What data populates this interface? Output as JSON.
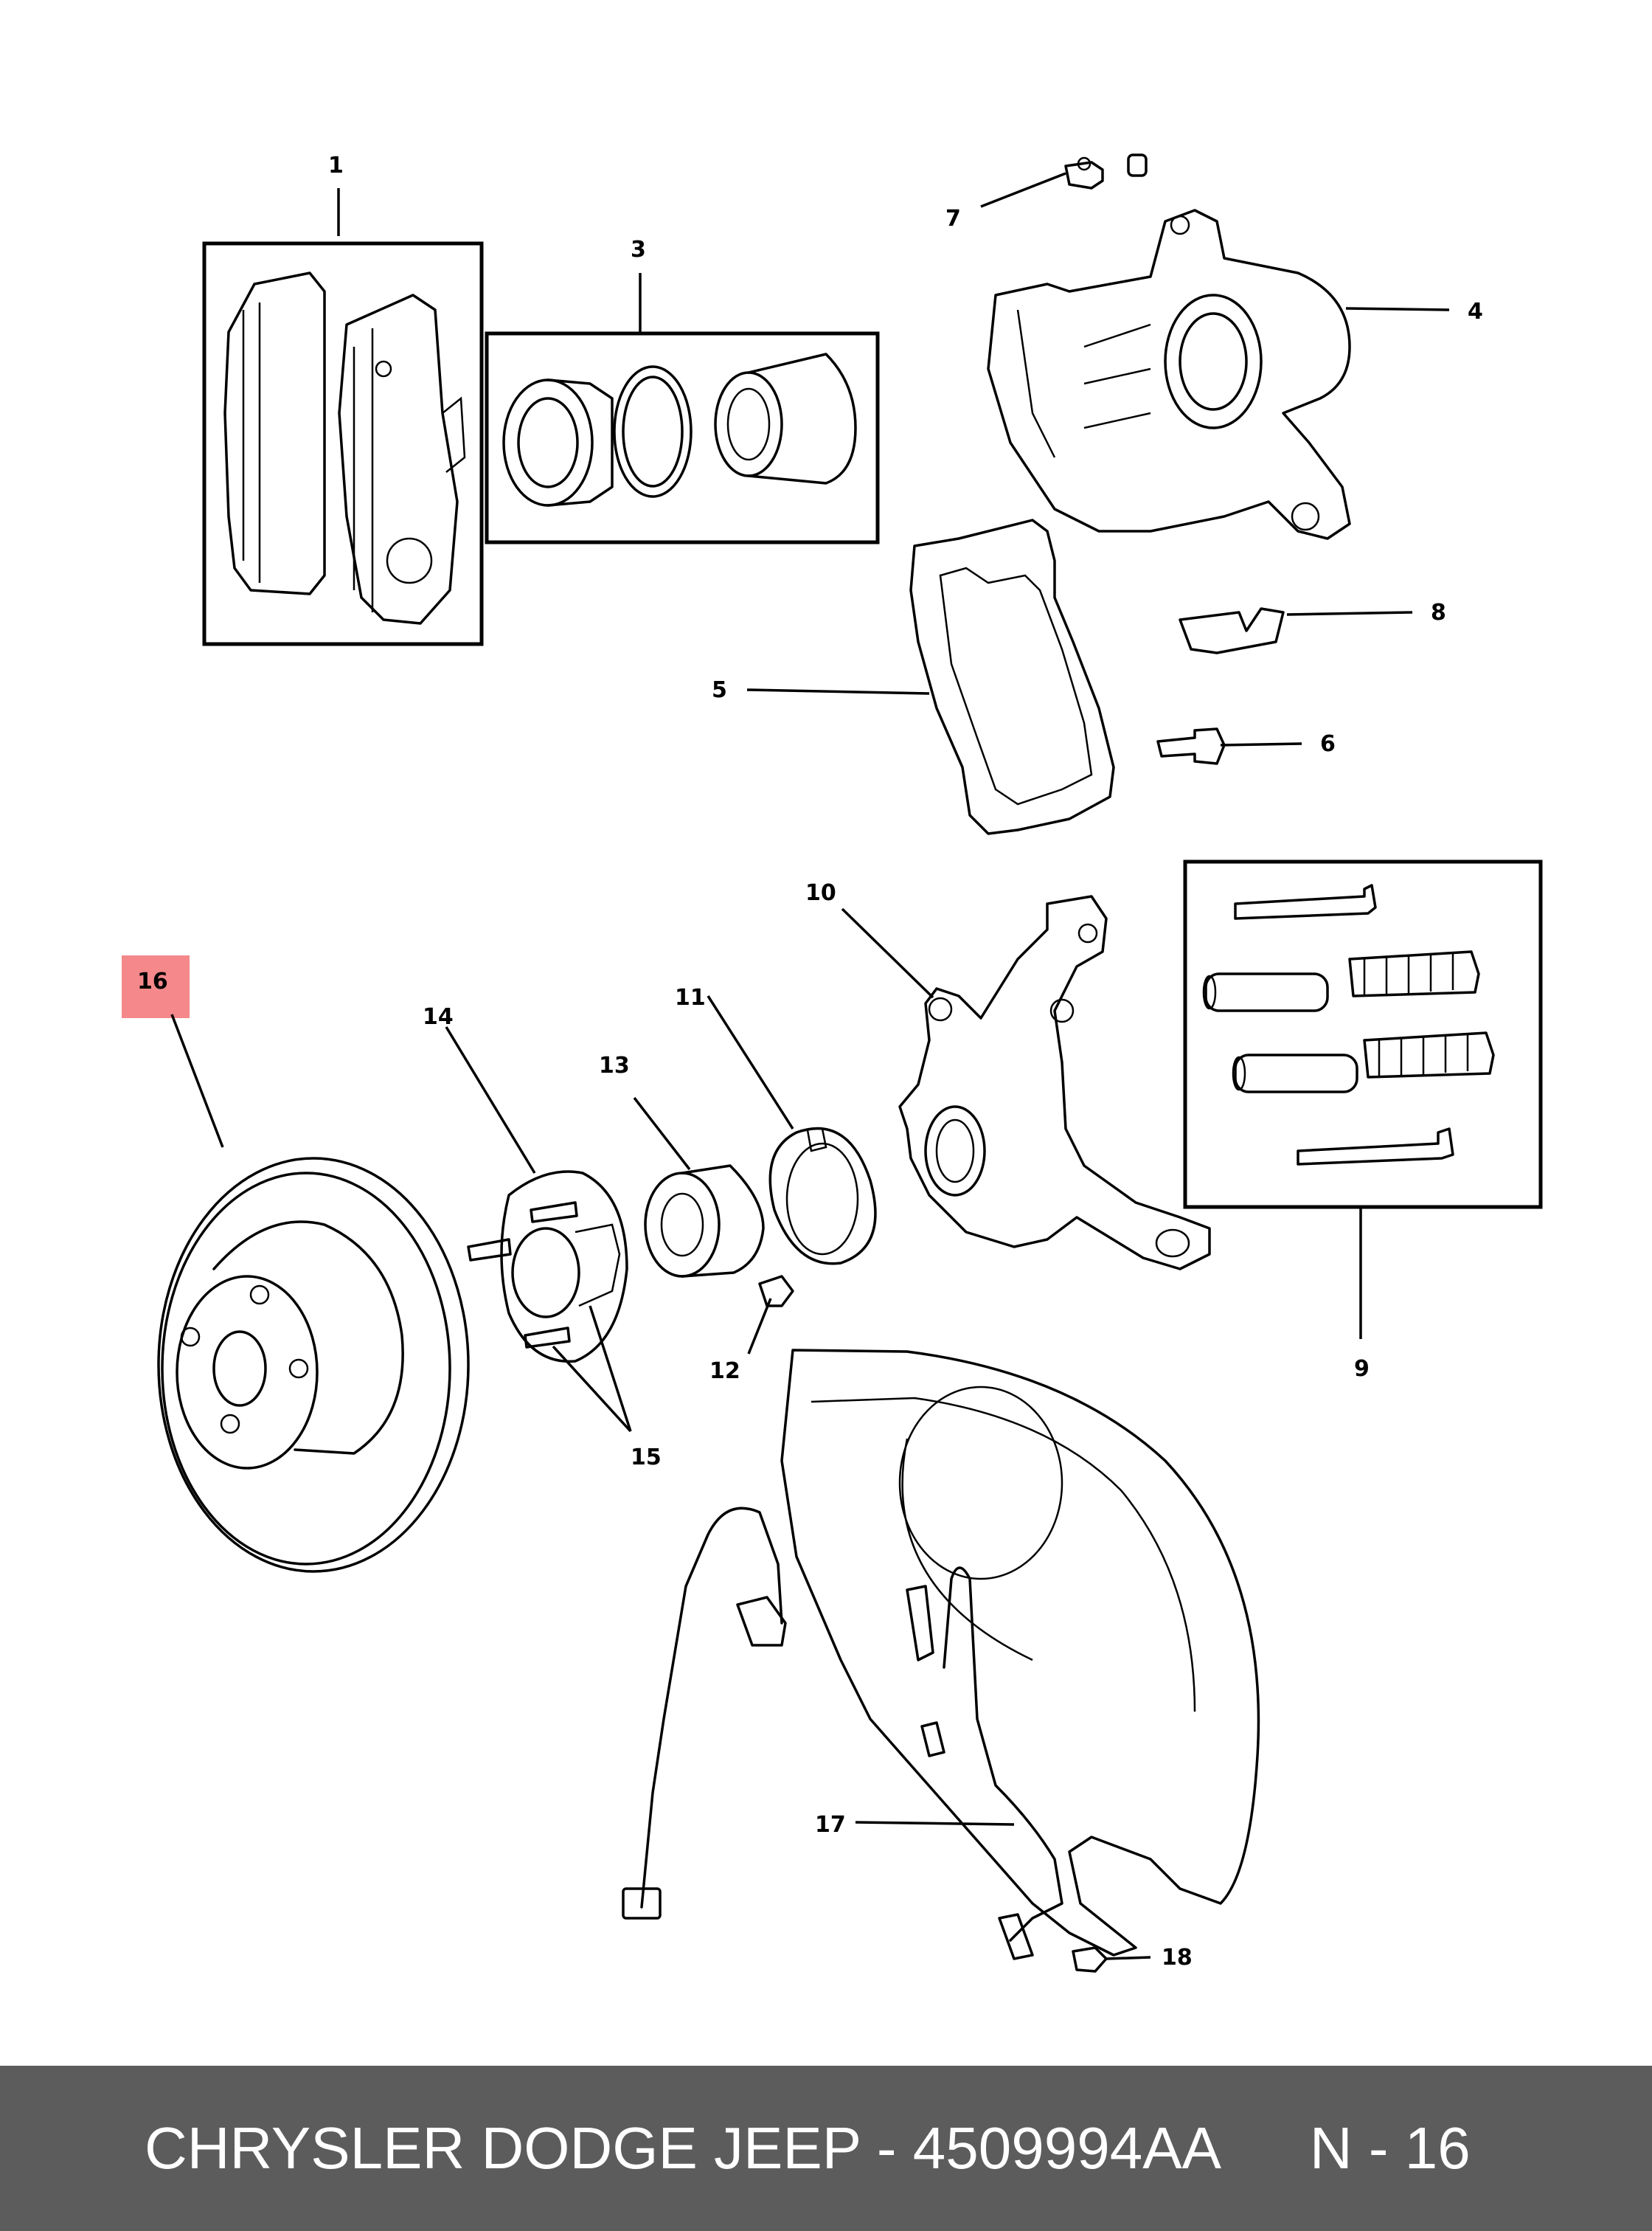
{
  "callouts": [
    {
      "id": "1",
      "label": "1"
    },
    {
      "id": "3",
      "label": "3"
    },
    {
      "id": "4",
      "label": "4"
    },
    {
      "id": "5",
      "label": "5"
    },
    {
      "id": "6",
      "label": "6"
    },
    {
      "id": "7",
      "label": "7"
    },
    {
      "id": "8",
      "label": "8"
    },
    {
      "id": "9",
      "label": "9"
    },
    {
      "id": "10",
      "label": "10"
    },
    {
      "id": "11",
      "label": "11"
    },
    {
      "id": "12",
      "label": "12"
    },
    {
      "id": "13",
      "label": "13"
    },
    {
      "id": "14",
      "label": "14"
    },
    {
      "id": "15",
      "label": "15"
    },
    {
      "id": "16",
      "label": "16"
    },
    {
      "id": "17",
      "label": "17"
    },
    {
      "id": "18",
      "label": "18"
    }
  ],
  "highlight": {
    "callout": "16",
    "color": "#f4888a"
  },
  "footer": {
    "text": "CHRYSLER DODGE JEEP - 4509994AA",
    "code": "N - 16",
    "background": "#5c5c5c",
    "text_color": "#ffffff"
  }
}
